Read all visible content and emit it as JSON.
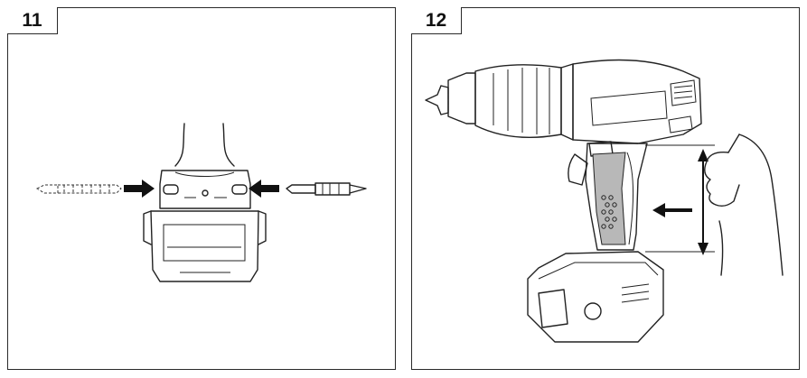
{
  "figures": [
    {
      "number": "11",
      "illustration": "bit-storage-illustration"
    },
    {
      "number": "12",
      "illustration": "drill-grip-illustration"
    }
  ],
  "colors": {
    "ink": "#222222",
    "grip_shade": "#b8b8b8",
    "paper": "#ffffff"
  }
}
